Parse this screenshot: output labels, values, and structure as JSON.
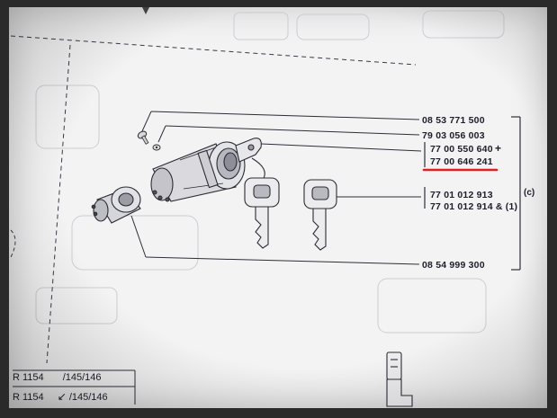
{
  "parts": {
    "screw": "08 53 771 500",
    "nut": "79 03 056 003",
    "lock_a": "77 00 550 640",
    "lock_a_mark": "+",
    "lock_b": "77 00 646 241",
    "key_a": "77 01 012 913",
    "key_b": "77 01 012 914 & (1)",
    "barrel": "08 54 999 300"
  },
  "group_label": "(c)",
  "references": [
    {
      "model": "R 1154",
      "suffix": "/145/146"
    },
    {
      "model": "R 1154",
      "suffix": "/145/146"
    }
  ],
  "colors": {
    "highlight": "#e02020",
    "ink": "#1e1e2a"
  }
}
